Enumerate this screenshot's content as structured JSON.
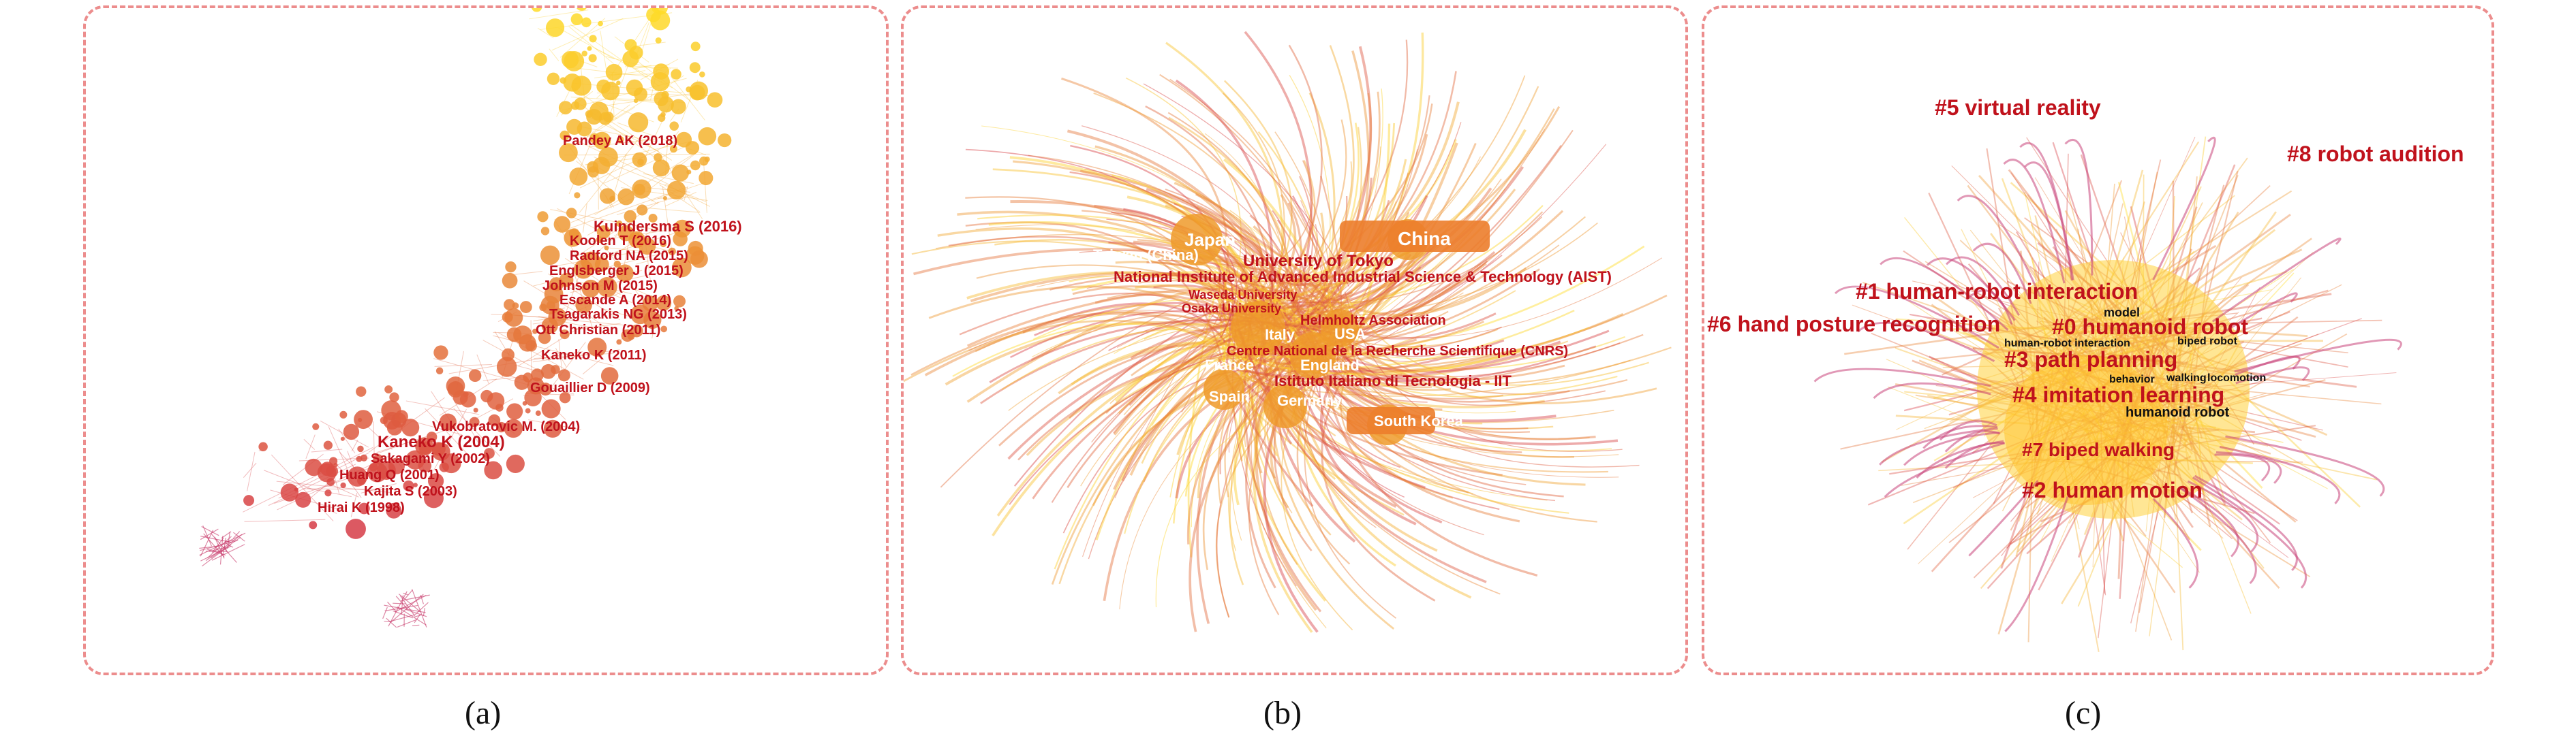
{
  "panels": {
    "a": {
      "caption": "(a)",
      "labels": [
        "Pandey AK (2018)",
        "Kuindersma S (2016)",
        "Koolen T (2016)",
        "Radford NA (2015)",
        "Englsberger J (2015)",
        "Johnson M (2015)",
        "Escande A (2014)",
        "Tsagarakis NG (2013)",
        "Ott Christian (2011)",
        "Kaneko K (2011)",
        "Gouaillier D (2009)",
        "Vukobratovic M. (2004)",
        "Kaneko K (2004)",
        "Sakagami Y (2002)",
        "Huang Q (2001)",
        "Kajita S (2003)",
        "Hirai K (1998)"
      ]
    },
    "b": {
      "caption": "(b)",
      "labels": [
        "Japan",
        "China",
        "Taiwan (China)",
        "University of Tokyo",
        "National Institute of Advanced Industrial Science & Technology (AIST)",
        "Waseda University",
        "Osaka University",
        "Helmholtz Association",
        "Italy",
        "USA",
        "Centre National de la Recherche Scientifique (CNRS)",
        "France",
        "England",
        "Istituto Italiano di Tecnologia - IIT",
        "Spain",
        "Germany",
        "South Korea"
      ]
    },
    "c": {
      "caption": "(c)",
      "clusters": [
        "#5 virtual reality",
        "#8 robot audition",
        "#1 human-robot interaction",
        "#6 hand posture recognition",
        "#0 humanoid robot",
        "#3 path planning",
        "#4 imitation learning",
        "#7 biped walking",
        "#2 human motion"
      ],
      "keywords": [
        "model",
        "human-robot interaction",
        "biped robot",
        "behavior",
        "walking",
        "locomotion",
        "humanoid robot"
      ]
    }
  }
}
